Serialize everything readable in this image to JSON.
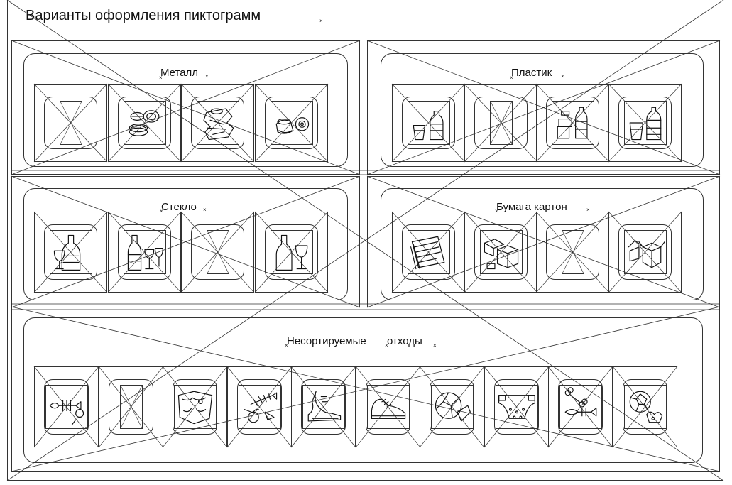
{
  "page": {
    "title": "Варианты оформления пиктограмм"
  },
  "sections": {
    "metal": {
      "label": "Металл",
      "icons": [
        "empty-slot",
        "fish-cans-icon",
        "crushed-can-icon",
        "cans-icon"
      ]
    },
    "plastic": {
      "label": "Пластик",
      "icons": [
        "glass-bottle-icon",
        "empty-slot",
        "plastic-containers-icon",
        "cup-bottle-icon"
      ]
    },
    "glass": {
      "label": "Стекло",
      "icons": [
        "bottle-glass-icon",
        "bottles-glasses-icon",
        "empty-slot",
        "bottle-wineglass-icon"
      ]
    },
    "paper": {
      "label": "Бумага картон",
      "icons": [
        "newspaper-icon",
        "boxes-icon",
        "empty-slot",
        "open-boxes-icon"
      ]
    },
    "unsorted": {
      "label_part1": "Несортируемые",
      "label_part2": "отходы",
      "icons": [
        "fish-bone-icon",
        "empty-slot",
        "rags-icon",
        "fish-apple-icon",
        "shoe-icon",
        "sneaker-icon",
        "ball-trash-icon",
        "diaper-icon",
        "bone-icon",
        "ball-toy-icon"
      ]
    }
  }
}
